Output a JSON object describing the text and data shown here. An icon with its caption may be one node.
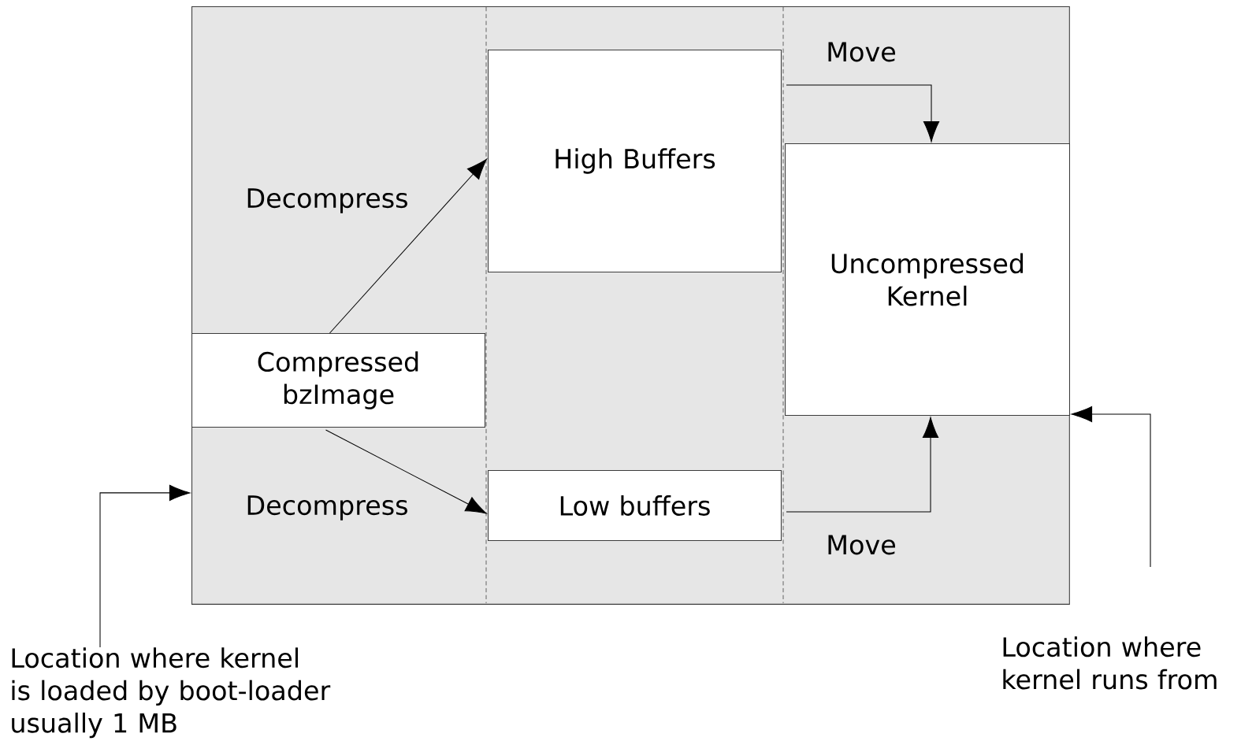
{
  "diagram": {
    "nodes": [
      {
        "text": [],
        "shape": "box"
      },
      {
        "text": [
          "Compressed bzImage"
        ],
        "in": 0
      },
      {
        "text": [
          "High Buffers"
        ],
        "in": 0
      },
      {
        "text": [
          "Low buffers"
        ],
        "in": 0
      },
      {
        "text": [
          "Uncompressed Kernel"
        ],
        "in": 0
      },
      {
        "text": [
          "Location where kernel is loaded by boot-loader usually 1 MB"
        ]
      },
      {
        "text": [
          "Location where kernel runs from"
        ]
      }
    ],
    "edges": [
      {
        "from": 1,
        "to": 2,
        "arrow": "to",
        "label": "Decompress"
      },
      {
        "from": 1,
        "to": 3,
        "arrow": "to",
        "label": "Decompress"
      },
      {
        "from": 2,
        "to": 4,
        "arrow": "to",
        "label": "Move"
      },
      {
        "from": 3,
        "to": 4,
        "arrow": "to",
        "label": "Move"
      },
      {
        "from": 5,
        "to": 0,
        "arrow": "to"
      },
      {
        "from": 6,
        "to": 4,
        "arrow": "to"
      }
    ]
  }
}
